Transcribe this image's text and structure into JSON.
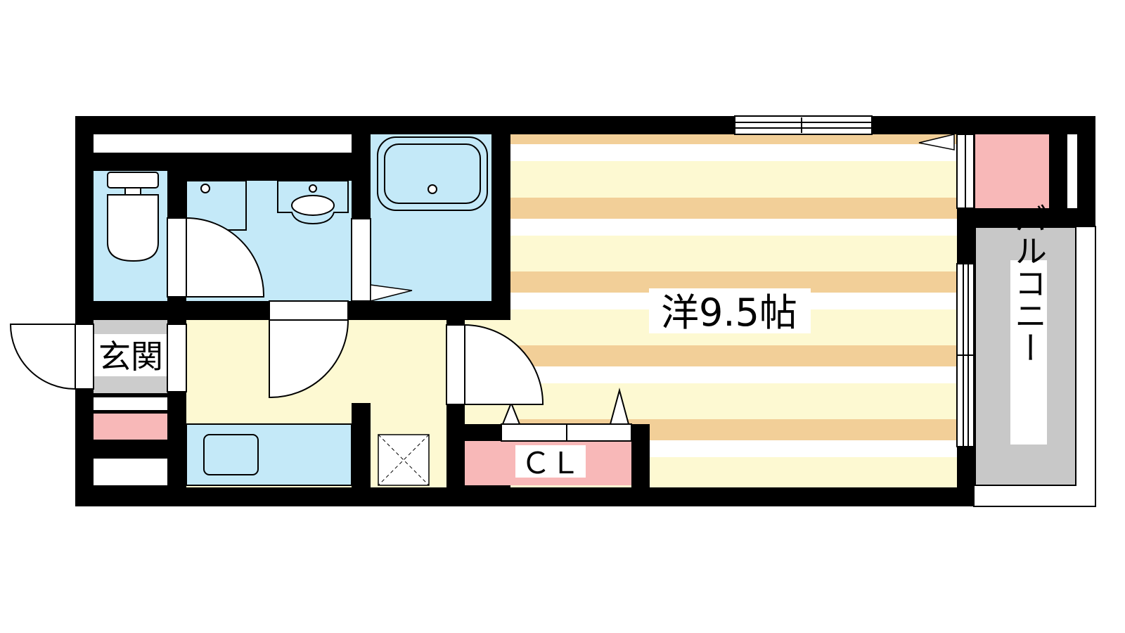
{
  "labels": {
    "western_room": "洋9.5帖",
    "entrance": "玄関",
    "closet": "ＣＬ",
    "balcony": "バルコニー"
  },
  "colors": {
    "wall": "#000000",
    "room_floor_light": "#fdf9d2",
    "room_floor_stripe": "#f2cf98",
    "wet_area": "#c4e9f8",
    "kitchen_floor": "#fdf9d2",
    "closet": "#f8b8b8",
    "balcony": "#c8c8c8",
    "entrance_floor": "#cccccc"
  }
}
